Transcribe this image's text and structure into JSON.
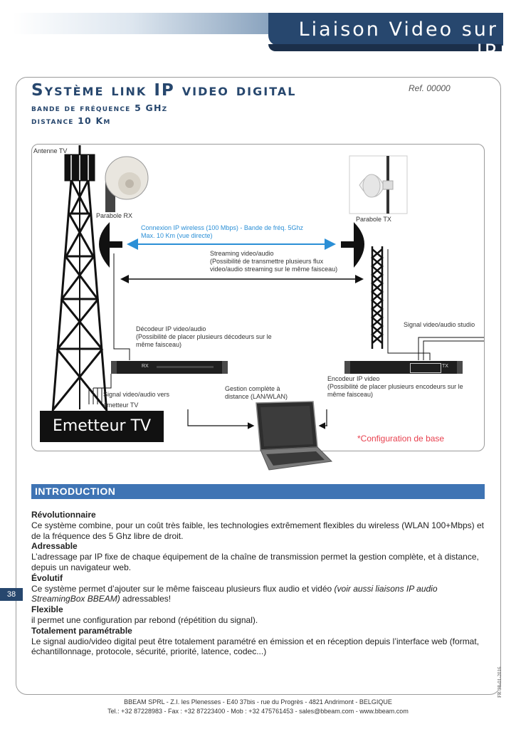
{
  "header": {
    "title": "Liaison Video sur IP"
  },
  "system": {
    "title": "Système link IP video digital",
    "band": "bande de fréquence 5 GHz",
    "distance": "distance 10 Km",
    "ref": "Ref. 00000"
  },
  "diagram": {
    "antenna_label": "Antenne TV",
    "parabole_rx": "Parabole RX",
    "parabole_tx": "Parabole TX",
    "wireless_line1": "Connexion IP wireless (100 Mbps) - Bande de fréq. 5Ghz",
    "wireless_line2": "Max. 10 Km (vue directe)",
    "streaming_line1": "Streaming video/audio",
    "streaming_line2": "(Possibilité de transmettre plusieurs flux",
    "streaming_line3": "video/audio streaming sur le même faisceau)",
    "decoder_line1": "Décodeur IP video/audio",
    "decoder_line2": "(Possibilité de placer plusieurs décodeurs sur le",
    "decoder_line3": "même faisceau)",
    "signal_studio": "Signal video/audio studio",
    "rx_tag": "RX",
    "tx_tag": "TX",
    "encoder_line1": "Encodeur IP video",
    "encoder_line2": "(Possibilité de placer plusieurs encodeurs sur le",
    "encoder_line3": "même faisceau)",
    "gestion_line1": "Gestion complète à",
    "gestion_line2": "distance (LAN/WLAN)",
    "signal_vers_line1": "Signal video/audio vers",
    "signal_vers_line2": "émetteur TV",
    "emetteur_label": "Emetteur TV",
    "config_label": "*Configuration de base",
    "colors": {
      "link_arrow": "#2b8fd6",
      "black_arrow": "#111111",
      "config_text": "#e8414f"
    }
  },
  "intro": {
    "heading": "INTRODUCTION",
    "sections": [
      {
        "title": "Révolutionnaire",
        "text": "Ce système combine, pour un coût très faible, les technologies extrêmement flexibles du wireless (WLAN 100+Mbps) et de la fréquence des 5 Ghz libre de droit."
      },
      {
        "title": "Adressable",
        "text": "L’adressage par IP fixe de chaque équipement de la chaîne de transmission permet la gestion complète, et à distance, depuis un navigateur web."
      },
      {
        "title": "Évolutif",
        "text_before": "Ce système permet d’ajouter sur le même faisceau plusieurs flux audio et vidéo ",
        "text_italic": "(voir aussi liaisons IP audio StreamingBox BBEAM)",
        "text_after": " adressables!"
      },
      {
        "title": "Flexible",
        "text": "il permet une configuration par rebond (répétition du signal)."
      },
      {
        "title": "Totalement paramétrable",
        "text": "Le signal audio/video digital peut être totalement paramétré en émission et en réception depuis l’interface web (format, échantillonnage, protocole, sécurité, priorité, latence, codec...)"
      }
    ]
  },
  "page": {
    "number": "38",
    "code": "FR-28-01-2016"
  },
  "footer": {
    "line1": "BBEAM SPRL -  Z.I. les Plenesses - E40 37bis - rue du Progrès - 4821 Andrimont - BELGIQUE",
    "line2": "Tel.: +32 87228983 - Fax : +32 87223400 -  Mob : +32 475761453 - sales@bbeam.com - www.bbeam.com"
  },
  "brand": {
    "header_blue": "#27476e",
    "intro_blue": "#3f74b4"
  }
}
